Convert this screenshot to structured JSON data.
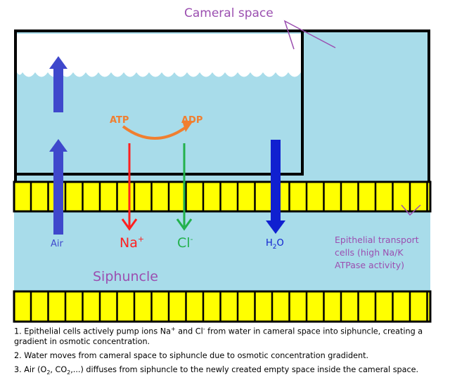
{
  "labels": {
    "cameral_space": "Cameral space",
    "atp": "ATP",
    "adp": "ADP",
    "air": "Air",
    "na": "Na",
    "na_sup": "+",
    "cl": "Cl",
    "cl_sup": "-",
    "h2o_h": "H",
    "h2o_sub": "2",
    "h2o_o": "O",
    "siphuncle": "Siphuncle",
    "epithelial_line1": "Epithelial transport",
    "epithelial_line2": "cells (high Na/K",
    "epithelial_line3": "ATPase activity)"
  },
  "notes": {
    "n1_a": "1. Epithelial cells actively pump ions Na",
    "n1_sup1": "+",
    "n1_b": " and Cl",
    "n1_sup2": "-",
    "n1_c": " from water in cameral space into siphuncle, creating a gradient in osmotic concentration.",
    "n2": "2. Water moves from cameral space to siphuncle due to osmotic concentration gradident.",
    "n3_a": "3. Air (O",
    "n3_sub1": "2",
    "n3_b": ", CO",
    "n3_sub2": "2",
    "n3_c": ",...) diffuses from siphuncle to the newly created empty space inside the cameral space."
  },
  "colors": {
    "water": "#a8dcea",
    "cells": "#ffff00",
    "outline": "#000000",
    "air_arrow": "#3f48cc",
    "na_arrow": "#ff2020",
    "cl_arrow": "#22b14c",
    "h2o_arrow": "#1020d0",
    "atp_orange": "#f07f30",
    "label_purple": "#9b4fb0"
  }
}
